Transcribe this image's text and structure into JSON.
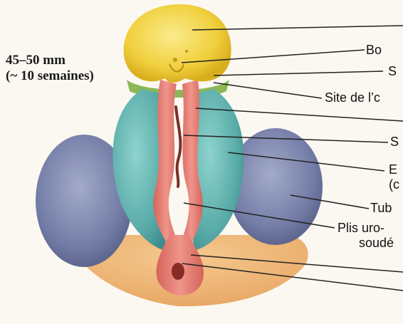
{
  "stage": {
    "size": "45–50 mm",
    "age": "(~ 10 semaines)"
  },
  "labels": {
    "bo": "Bo",
    "s1": "S",
    "site": "Site de l’c",
    "s2": "S",
    "e_line1": "E",
    "e_line2": "(c",
    "tub": "Tub",
    "plis_line1": "Plis uro-",
    "plis_line2": "soudé"
  },
  "colors": {
    "glans": "#f2d34a",
    "genital_swelling": "#5fb1ae",
    "uro_fold": "#e67d72",
    "labioscrotal": "#7c86ad",
    "leader": "#222222",
    "background": "#fbf8f1"
  }
}
